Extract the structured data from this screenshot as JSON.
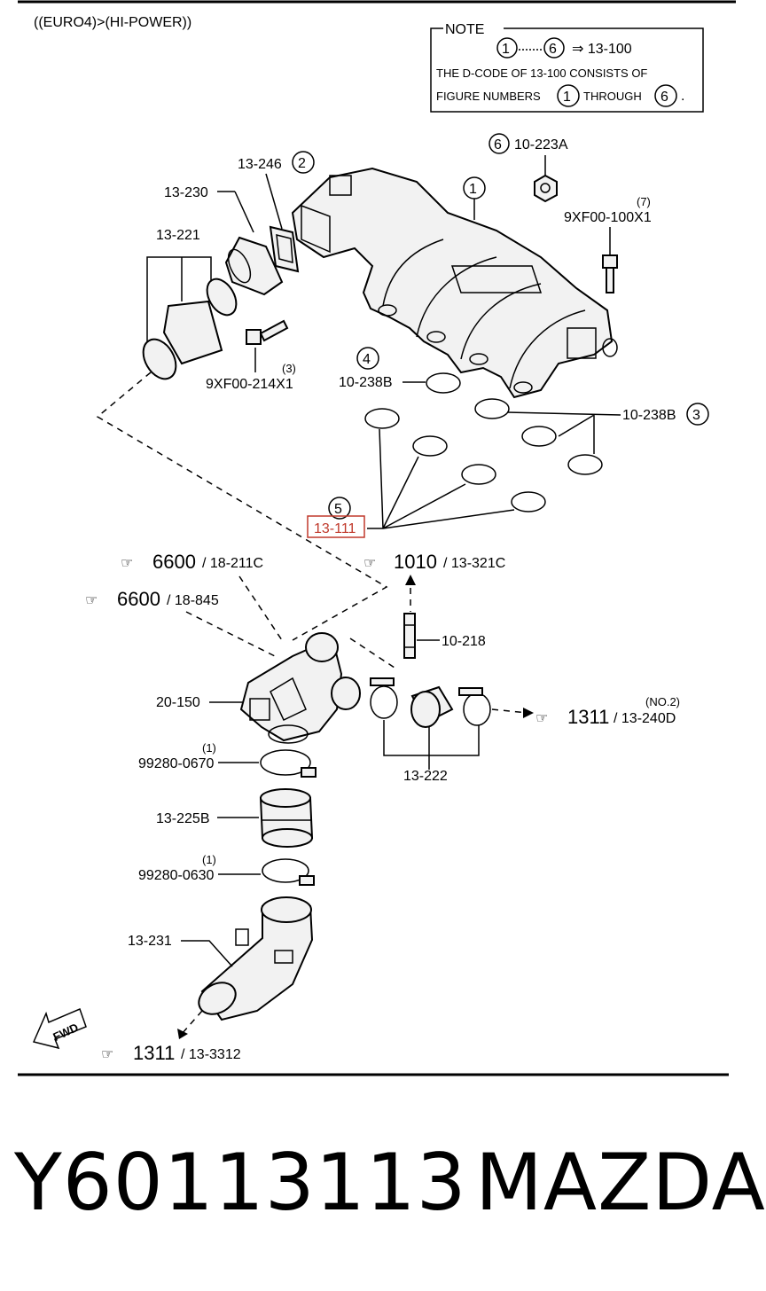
{
  "header": {
    "variant": "((EURO4)>(HI-POWER))"
  },
  "note": {
    "title": "NOTE",
    "range_from": "1",
    "range_to": "6",
    "arrow_text": "⇒ 13-100",
    "line1": "THE D-CODE OF  13-100  CONSISTS OF",
    "line2a": "FIGURE NUMBERS",
    "line2_num1": "1",
    "line2b": "THROUGH",
    "line2_num2": "6",
    "line2_end": "."
  },
  "callouts": {
    "c6_num": "6",
    "c6_code": "10-223A",
    "c1_num": "1",
    "c7_qty": "(7)",
    "c7_code": "9XF00-100X1",
    "c246": "13-246",
    "c2_num": "2",
    "c230": "13-230",
    "c221": "13-221",
    "c3_qty": "(3)",
    "c214": "9XF00-214X1",
    "c4_num": "4",
    "c238_left": "10-238B",
    "c238_right": "10-238B",
    "c3_num": "3",
    "c5_num": "5",
    "c111": "13-111",
    "ref_a_num": "6600",
    "ref_a_code": "/ 18-211C",
    "ref_b_num": "6600",
    "ref_b_code": "/ 18-845",
    "ref_c_num": "1010",
    "ref_c_code": "/ 13-321C",
    "c218": "10-218",
    "c150": "20-150",
    "ref_d_qty": "(NO.2)",
    "ref_d_num": "1311",
    "ref_d_code": "/ 13-240D",
    "c0670_qty": "(1)",
    "c0670": "99280-0670",
    "c222": "13-222",
    "c225": "13-225B",
    "c0630_qty": "(1)",
    "c0630": "99280-0630",
    "c231": "13-231",
    "fwd": "FWD",
    "ref_e_num": "1311",
    "ref_e_code": "/ 13-3312"
  },
  "footer": {
    "part_number": "Y60113113",
    "brand": "MAZDA"
  },
  "colors": {
    "highlight": "#c0392b",
    "line": "#000000",
    "background": "#ffffff"
  }
}
